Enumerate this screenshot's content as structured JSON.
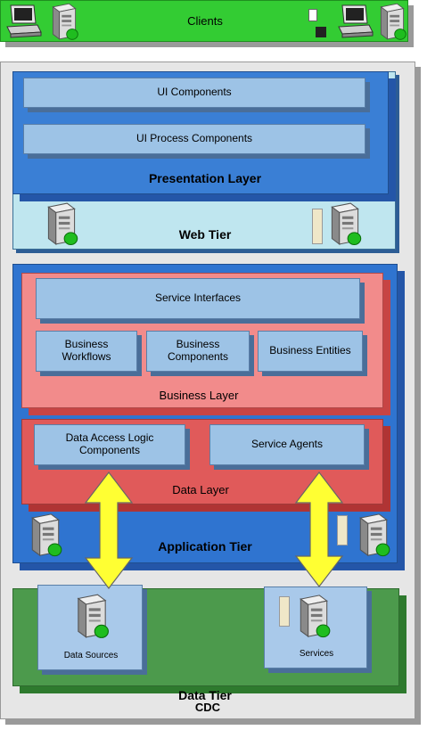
{
  "clients": {
    "title": "Clients"
  },
  "cdc": {
    "title": "CDC"
  },
  "presentation_layer": {
    "title": "Presentation Layer",
    "components": [
      "UI Components",
      "UI Process Components"
    ]
  },
  "web_tier": {
    "title": "Web Tier"
  },
  "business_layer": {
    "title": "Business Layer",
    "service_interfaces": "Service Interfaces",
    "workflows": "Business Workflows",
    "components": "Business Components",
    "entities": "Business Entities"
  },
  "data_layer": {
    "title": "Data Layer",
    "data_access": "Data Access Logic Components",
    "service_agents": "Service Agents"
  },
  "application_tier": {
    "title": "Application Tier"
  },
  "data_tier": {
    "title": "Data Tier",
    "data_sources": "Data Sources",
    "services": "Services"
  },
  "colors": {
    "clients": "#33cc33",
    "outer": "#e6e6e6",
    "presentation": "#3a7fd5",
    "web_tier": "#bfe6ef",
    "business": "#f28b8b",
    "data_layer": "#e05a5a",
    "data_tier": "#4c9a4c",
    "component": "#9dc3e6",
    "arrow": "#ffff33"
  }
}
